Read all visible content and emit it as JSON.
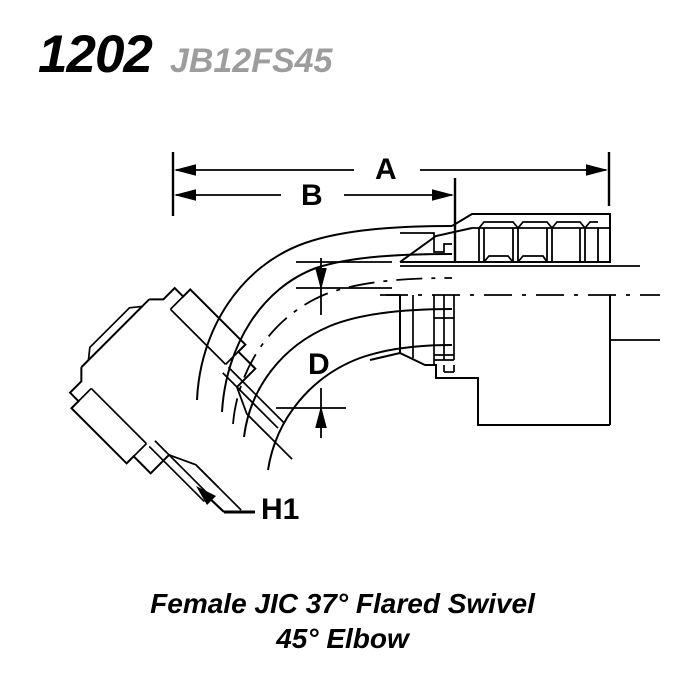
{
  "header": {
    "part_number": "1202",
    "part_alias": "JB12FS45"
  },
  "caption": {
    "line1": "Female JIC 37° Flared Swivel",
    "line2": "45° Elbow"
  },
  "dimensions": {
    "a_label": "A",
    "b_label": "B",
    "d_label": "D",
    "h1_label": "H1"
  },
  "colors": {
    "line": "#000000",
    "alias_gray": "#9d9d9d",
    "background": "#ffffff"
  },
  "drawing": {
    "title": "45-degree elbow hose fitting technical drawing",
    "features": [
      "swivel-nut",
      "hex-flats",
      "45-degree-bend",
      "hose-barb-serrations",
      "ferrule-body",
      "centerline"
    ]
  }
}
